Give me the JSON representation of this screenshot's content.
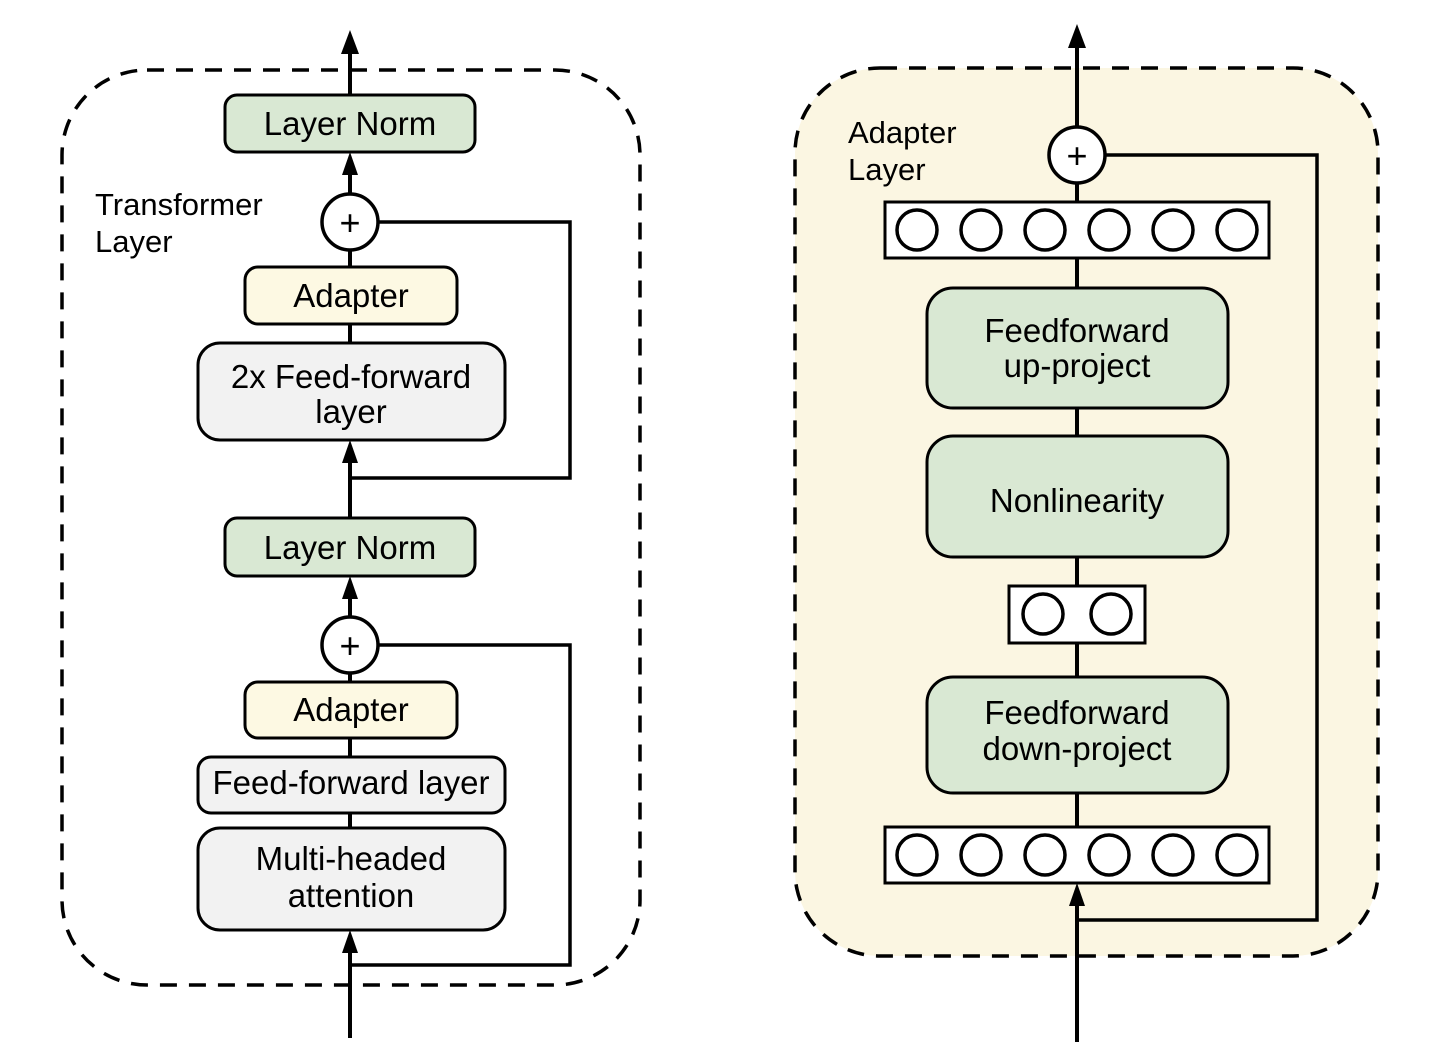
{
  "figure": {
    "left_diagram": {
      "label_lines": [
        "Transformer",
        "Layer"
      ],
      "nodes": {
        "layer_norm_top": "Layer Norm",
        "sum_top": "+",
        "adapter_top": "Adapter",
        "feed_forward_2x_lines": [
          "2x Feed-forward",
          "layer"
        ],
        "layer_norm_bottom": "Layer Norm",
        "sum_bottom": "+",
        "adapter_bottom": "Adapter",
        "feed_forward": "Feed-forward layer",
        "multi_headed_attention_lines": [
          "Multi-headed",
          "attention"
        ]
      }
    },
    "right_diagram": {
      "label_lines": [
        "Adapter",
        "Layer"
      ],
      "nodes": {
        "sum": "+",
        "feedforward_up_project_lines": [
          "Feedforward",
          "up-project"
        ],
        "nonlinearity": "Nonlinearity",
        "feedforward_down_project_lines": [
          "Feedforward",
          "down-project"
        ]
      },
      "feature_rows": {
        "top": {
          "count": 6
        },
        "bottleneck": {
          "count": 2
        },
        "bottom": {
          "count": 6
        }
      }
    },
    "colors": {
      "green_node": "#d9e8d3",
      "cream_node": "#fdf9e3",
      "panel_background": "#fbf6e2",
      "gray_node": "#f2f2f2",
      "white_node": "#ffffff",
      "line": "#000000"
    }
  }
}
